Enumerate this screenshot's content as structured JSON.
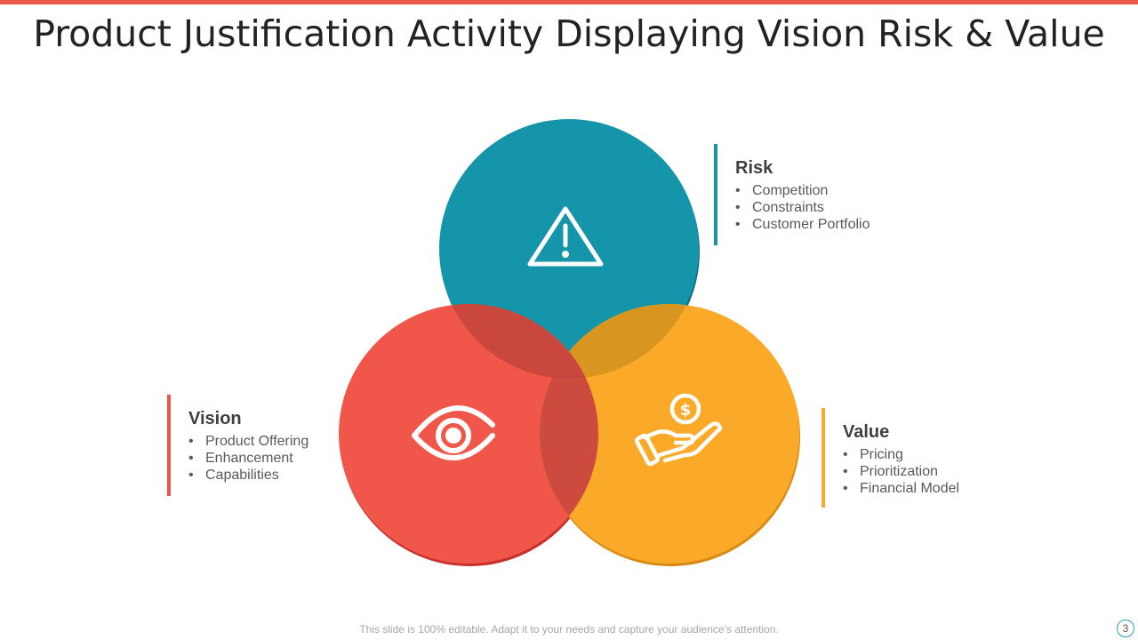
{
  "title": "Product Justification Activity Displaying Vision Risk & Value",
  "colors": {
    "accent_bar": "#e8574a",
    "risk": "#1495a9",
    "vision": "#f0574a",
    "value": "#fba928",
    "overlap": "#c8463d"
  },
  "circles": {
    "risk": {
      "icon": "warning-triangle-icon"
    },
    "vision": {
      "icon": "eye-icon"
    },
    "value": {
      "icon": "hand-coin-dollar-icon"
    }
  },
  "risk": {
    "heading": "Risk",
    "items": [
      "Competition",
      "Constraints",
      "Customer Portfolio"
    ]
  },
  "vision": {
    "heading": "Vision",
    "items": [
      "Product Offering",
      "Enhancement",
      "Capabilities"
    ]
  },
  "value": {
    "heading": "Value",
    "items": [
      "Pricing",
      "Prioritization",
      "Financial Model"
    ]
  },
  "bullet": "•",
  "footer": "This slide is 100% editable.  Adapt it to your needs and capture your audience’s attention.",
  "page_number": "3"
}
